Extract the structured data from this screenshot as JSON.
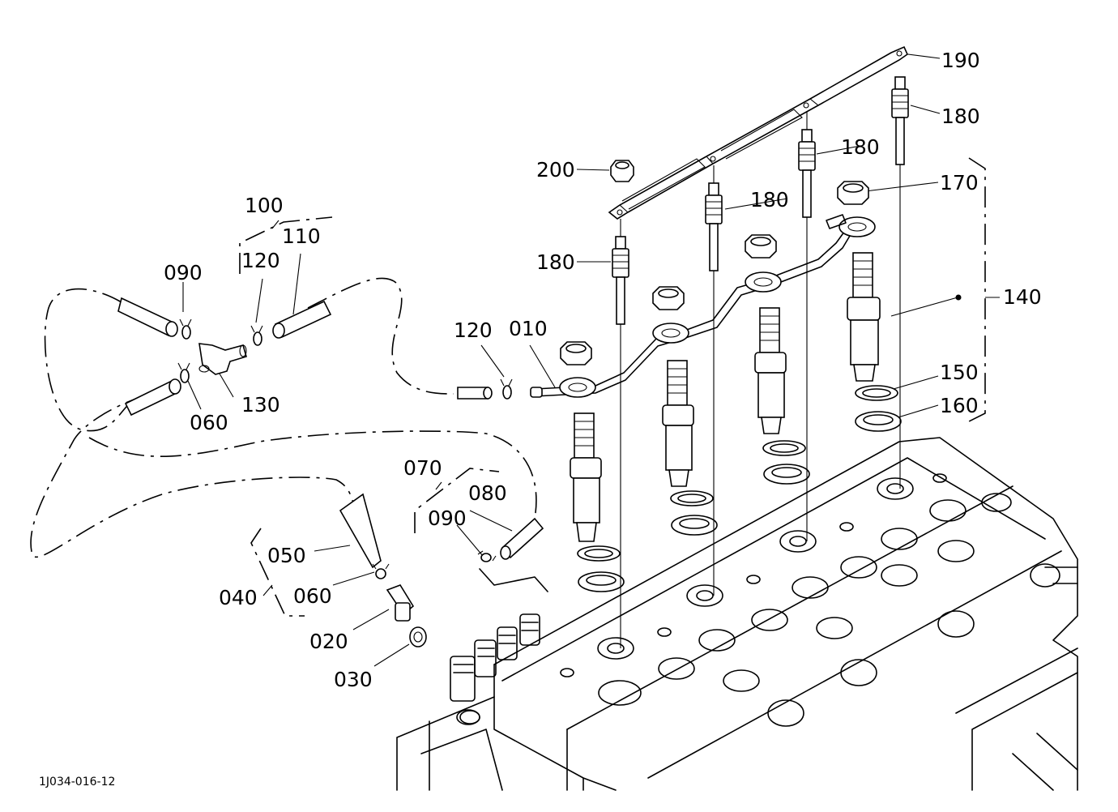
{
  "drawing_id": "1J034-016-12",
  "callouts": [
    "010",
    "020",
    "030",
    "040",
    "050",
    "060",
    "060",
    "070",
    "080",
    "090",
    "090",
    "100",
    "110",
    "120",
    "120",
    "130",
    "140",
    "150",
    "160",
    "170",
    "180",
    "180",
    "180",
    "180",
    "190",
    "200"
  ]
}
